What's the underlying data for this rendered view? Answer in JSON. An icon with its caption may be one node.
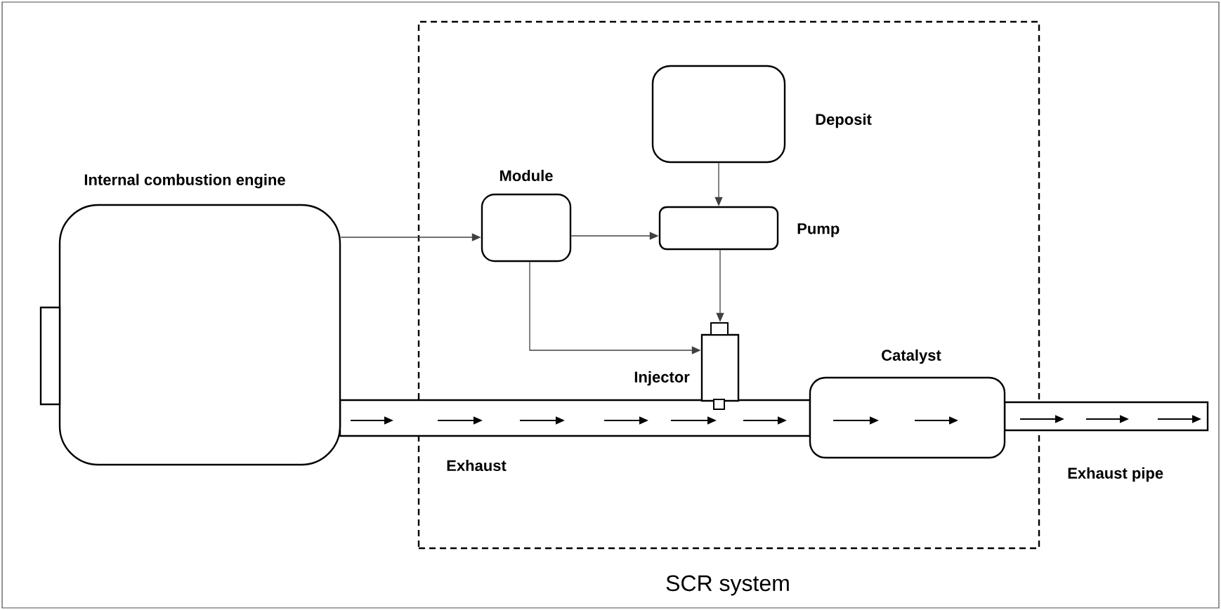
{
  "diagram": {
    "nodes": [
      {
        "text": [
          "SCR system"
        ]
      },
      {
        "text": [
          "Internal combustion engine"
        ]
      },
      {
        "text": [
          "Module"
        ],
        "in": 0
      },
      {
        "text": [
          "Deposit"
        ],
        "in": 0
      },
      {
        "text": [
          "Pump"
        ],
        "in": 0
      },
      {
        "text": [
          "Injector"
        ],
        "in": 0
      },
      {
        "text": [],
        "shape": "bar"
      },
      {
        "text": [
          "Catalyst"
        ],
        "in": 0
      },
      {
        "text": [
          "Exhaust pipe"
        ]
      }
    ],
    "edges": [
      {
        "from": 1,
        "to": 2,
        "arrow": "to"
      },
      {
        "from": 2,
        "to": 4,
        "arrow": "to"
      },
      {
        "from": 3,
        "to": 4,
        "arrow": "to"
      },
      {
        "from": 4,
        "to": 5,
        "arrow": "to"
      },
      {
        "from": 2,
        "to": 5,
        "arrow": "to"
      }
    ],
    "labels": [
      "Exhaust"
    ]
  }
}
